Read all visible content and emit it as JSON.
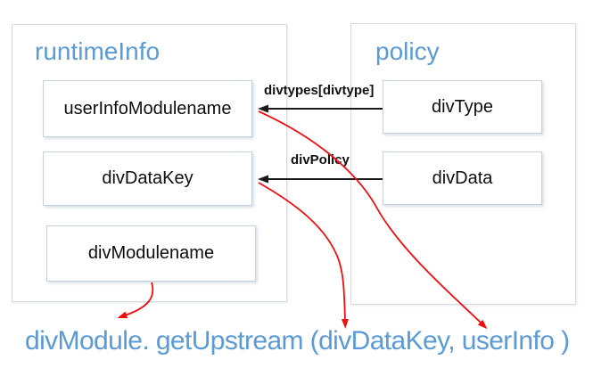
{
  "colors": {
    "accent_blue": "#5B9BD5",
    "arrow_black": "#1a1a1a",
    "link_red": "#F10E0E"
  },
  "containers": {
    "runtime": {
      "title": "runtimeInfo",
      "boxes": [
        {
          "label": "userInfoModulename"
        },
        {
          "label": "divDataKey"
        },
        {
          "label": "divModulename"
        }
      ]
    },
    "policy": {
      "title": "policy",
      "boxes": [
        {
          "label": "divType"
        },
        {
          "label": "divData"
        }
      ]
    }
  },
  "edges": [
    {
      "label": "divtypes[divtype]",
      "from": "divType",
      "to": "userInfoModulename"
    },
    {
      "label": "divPolicy",
      "from": "divData",
      "to": "divDataKey"
    }
  ],
  "red_links": [
    {
      "from": "userInfoModulename",
      "to": "userInfo"
    },
    {
      "from": "divDataKey",
      "to": "divDataKey"
    },
    {
      "from": "divModulename",
      "to": "divModule"
    }
  ],
  "caption": {
    "text": "divModule. getUpstream (divDataKey, userInfo )"
  }
}
